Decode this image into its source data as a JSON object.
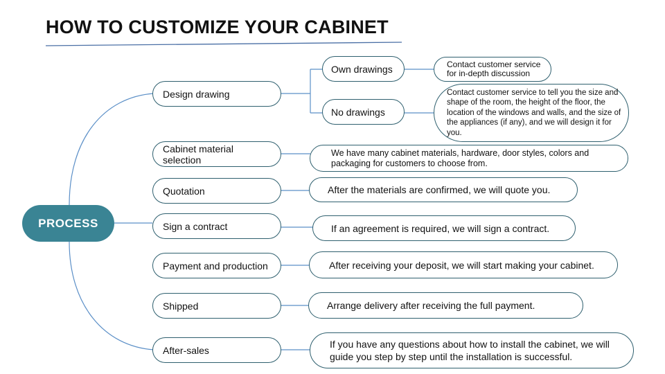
{
  "title": "HOW TO CUSTOMIZE YOUR CABINET",
  "root_label": "PROCESS",
  "colors": {
    "root_fill": "#3a8494",
    "connector": "#5b8fc7",
    "node_border": "#2e5f6e"
  },
  "steps": [
    {
      "label": "Design drawing"
    },
    {
      "label": "Cabinet material selection",
      "description": "We have many cabinet materials, hardware, door styles, colors and packaging for customers to choose from."
    },
    {
      "label": "Quotation",
      "description": "After the materials are confirmed, we will quote you."
    },
    {
      "label": "Sign a contract",
      "description": "If an agreement is required, we will sign a contract."
    },
    {
      "label": "Payment and production",
      "description": "After receiving your deposit, we will start making your cabinet."
    },
    {
      "label": "Shipped",
      "description": "Arrange delivery after receiving the full payment."
    },
    {
      "label": "After-sales",
      "description": "If you have any questions about how to install the cabinet, we will guide you step by step until the installation is successful."
    }
  ],
  "design_options": [
    {
      "label": "Own drawings",
      "description": "Contact customer service for in-depth discussion"
    },
    {
      "label": "No drawings",
      "description": "Contact customer service to tell you the size and shape of the room, the height of the floor, the location of the windows and walls, and the size of the appliances (if any), and we will design it for you."
    }
  ]
}
